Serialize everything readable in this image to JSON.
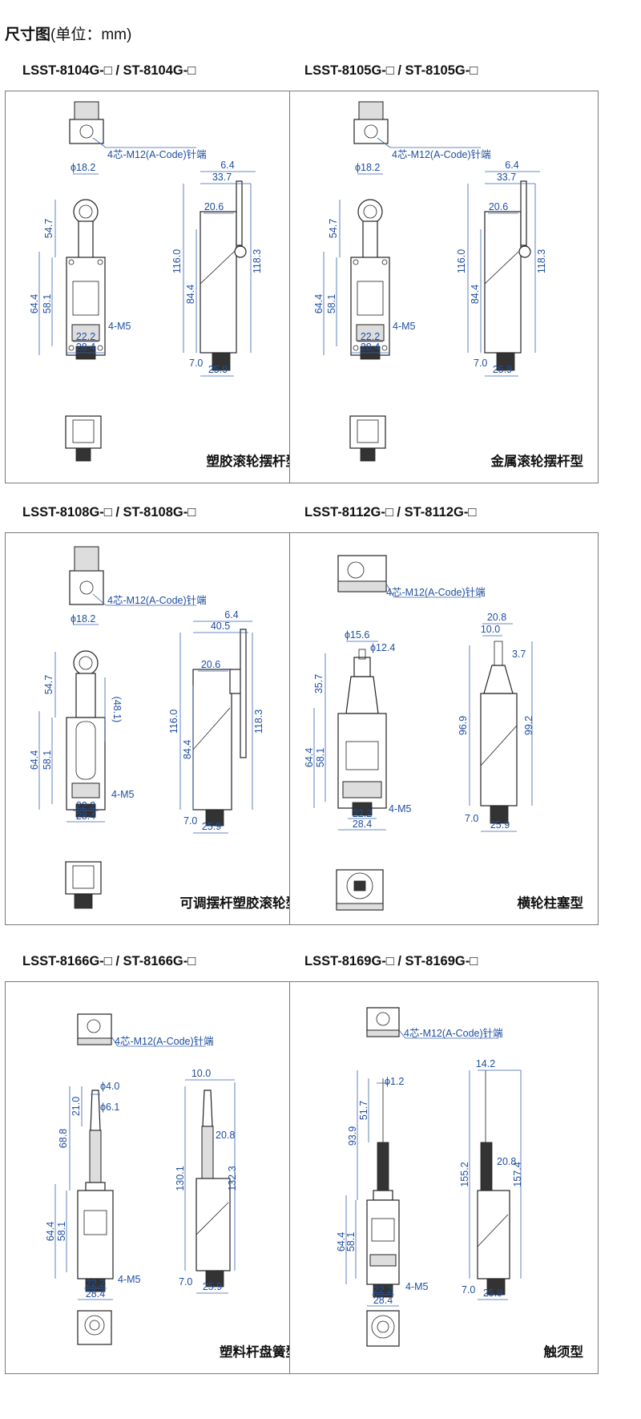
{
  "title": "尺寸图",
  "unit": "(单位：mm)",
  "panels": [
    {
      "model": "LSST-8104G-□ / ST-8104G-□",
      "type_label": "塑胶滚轮摆杆型",
      "connector": "4芯-M12(A-Code)针端",
      "dims": {
        "a": "6.4",
        "b": "33.7",
        "c": "20.6",
        "d": "116.0",
        "e": "84.4",
        "f": "118.3",
        "g": "7.0",
        "h": "25.9",
        "i": "ϕ18.2",
        "j": "54.7",
        "k": "64.4",
        "l": "58.1",
        "m": "22.2",
        "n": "28.4",
        "o": "4-M5"
      }
    },
    {
      "model": "LSST-8105G-□ / ST-8105G-□",
      "type_label": "金属滚轮摆杆型",
      "connector": "4芯-M12(A-Code)针端",
      "dims": {
        "a": "6.4",
        "b": "33.7",
        "c": "20.6",
        "d": "116.0",
        "e": "84.4",
        "f": "118.3",
        "g": "7.0",
        "h": "25.9",
        "i": "ϕ18.2",
        "j": "54.7",
        "k": "64.4",
        "l": "58.1",
        "m": "22.2",
        "n": "28.4",
        "o": "4-M5"
      }
    },
    {
      "model": "LSST-8108G-□ / ST-8108G-□",
      "type_label": "可调摆杆塑胶滚轮型",
      "connector": "4芯-M12(A-Code)针端",
      "dims": {
        "a": "6.4",
        "b": "40.5",
        "c": "20.6",
        "d": "116.0",
        "e": "84.4",
        "f": "118.3",
        "g": "7.0",
        "h": "25.9",
        "i": "ϕ18.2",
        "j": "54.7",
        "k": "64.4",
        "l": "58.1",
        "m": "22.2",
        "n": "28.4",
        "o": "4-M5",
        "p": "(48.1)"
      }
    },
    {
      "model": "LSST-8112G-□ / ST-8112G-□",
      "type_label": "横轮柱塞型",
      "connector": "4芯-M12(A-Code)针端",
      "dims": {
        "a": "20.8",
        "b": "10.0",
        "c": "3.7",
        "d": "96.9",
        "f": "99.2",
        "g": "7.0",
        "h": "25.9",
        "i": "ϕ15.6",
        "i2": "ϕ12.4",
        "j": "35.7",
        "k": "64.4",
        "l": "58.1",
        "m": "22.2",
        "n": "28.4",
        "o": "4-M5"
      }
    },
    {
      "model": "LSST-8166G-□ / ST-8166G-□",
      "type_label": "塑料杆盘簧型",
      "connector": "4芯-M12(A-Code)针端",
      "dims": {
        "a": "10.0",
        "c": "20.8",
        "d": "130.1",
        "f": "132.3",
        "g": "7.0",
        "h": "25.9",
        "i": "ϕ4.0",
        "i2": "ϕ6.1",
        "j2": "21.0",
        "j": "68.8",
        "k": "64.4",
        "l": "58.1",
        "m": "22.2",
        "n": "28.4",
        "o": "4-M5"
      }
    },
    {
      "model": "LSST-8169G-□ / ST-8169G-□",
      "type_label": "触须型",
      "connector": "4芯-M12(A-Code)针端",
      "dims": {
        "a": "14.2",
        "c": "20.8",
        "d": "155.2",
        "f": "157.4",
        "g": "7.0",
        "h": "25.9",
        "i": "ϕ1.2",
        "j2": "51.7",
        "j": "93.9",
        "k": "64.4",
        "l": "58.1",
        "m": "22.2",
        "n": "28.4",
        "o": "4-M5"
      }
    }
  ]
}
